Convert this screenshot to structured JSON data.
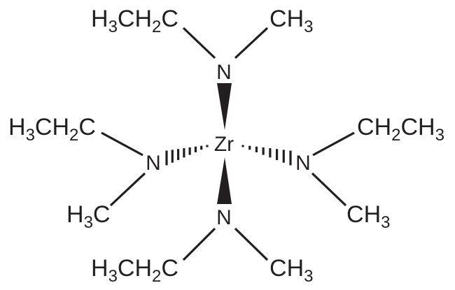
{
  "molecule": {
    "center_atom": "Zr",
    "ligands": {
      "top": {
        "n": "N",
        "left_group": "H3CH2C",
        "right_group": "CH3"
      },
      "left": {
        "n": "N",
        "upper_group": "H3CH2C",
        "lower_group": "H3C"
      },
      "right": {
        "n": "N",
        "upper_group": "CH2CH3",
        "lower_group": "CH3"
      },
      "bottom": {
        "n": "N",
        "left_group": "H3CH2C",
        "right_group": "CH3"
      }
    }
  },
  "colors": {
    "ink": "#231f20",
    "background": "#ffffff"
  }
}
